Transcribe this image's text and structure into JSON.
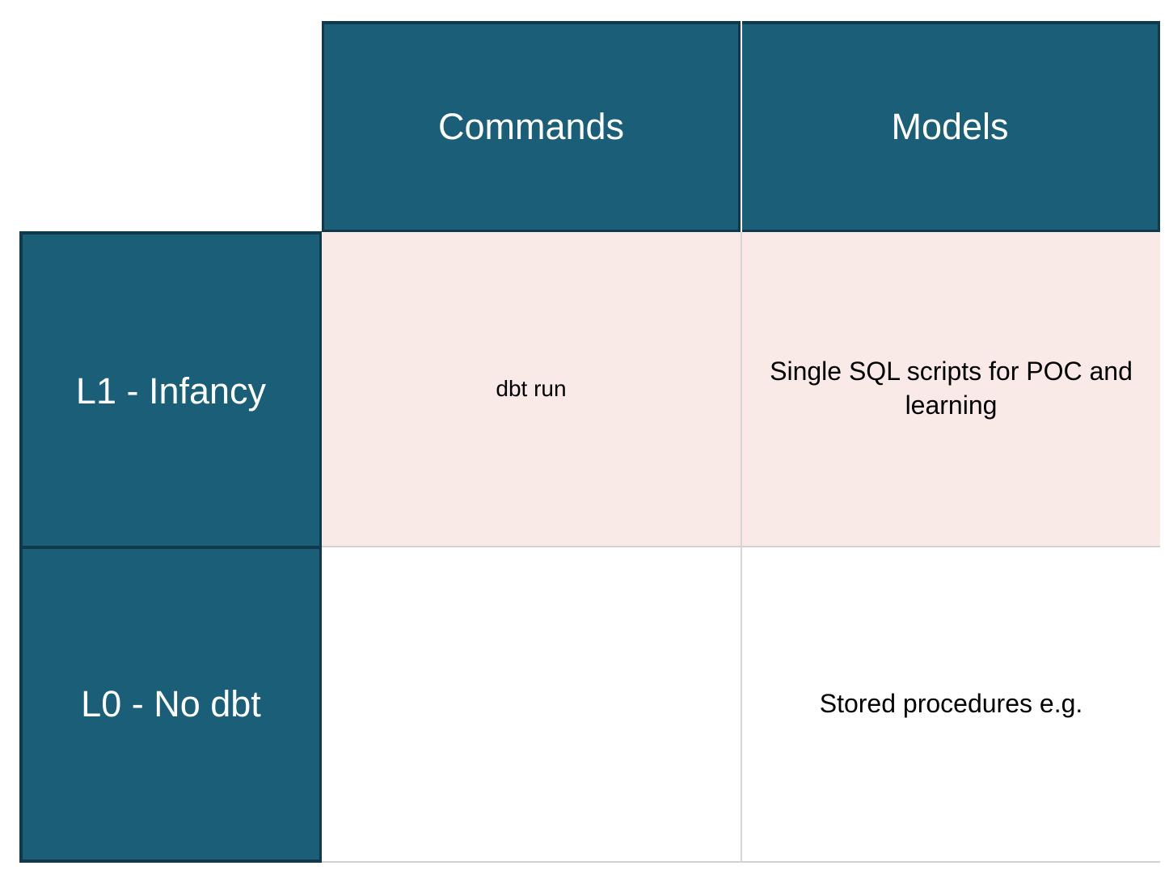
{
  "matrix": {
    "column_headers": [
      {
        "id": "commands",
        "label": "Commands"
      },
      {
        "id": "models",
        "label": "Models"
      }
    ],
    "row_headers": [
      {
        "id": "l1",
        "label": "L1 - Infancy"
      },
      {
        "id": "l0",
        "label": "L0 - No dbt"
      }
    ],
    "cells": {
      "l1": {
        "commands": "dbt run",
        "models": "Single SQL scripts for POC and learning"
      },
      "l0": {
        "commands": "",
        "models": "Stored procedures e.g."
      }
    },
    "colors": {
      "header_teal": "#1A5E77",
      "header_border": "#103A4B",
      "row_l1_fill": "#FAEAE7",
      "row_l0_fill": "#FFFFFF",
      "grid_line": "#D6D6D6",
      "header_text": "#FFFFFF",
      "body_text": "#000000"
    }
  }
}
